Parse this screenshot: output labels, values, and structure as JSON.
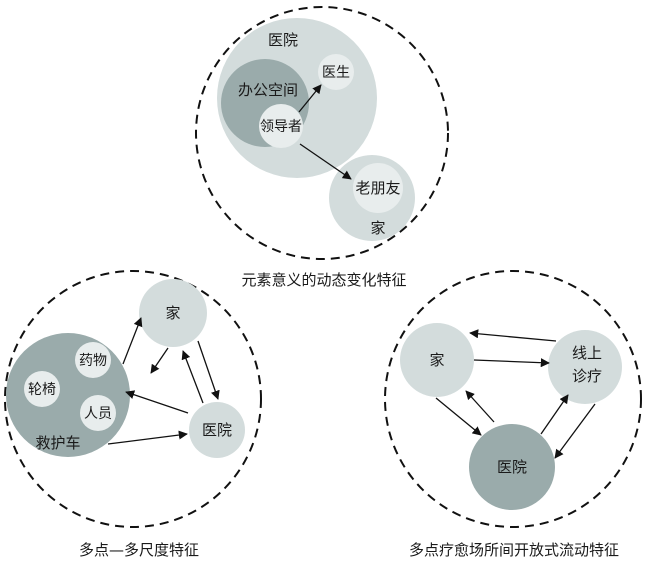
{
  "panels": {
    "top": {
      "caption": "元素意义的动态变化特征",
      "hospital": "医院",
      "office": "办公空间",
      "doctor": "医生",
      "leader": "领导者",
      "old_friend": "老朋友",
      "home": "家"
    },
    "left": {
      "caption": "多点—多尺度特征",
      "home": "家",
      "medicine": "药物",
      "wheelchair": "轮椅",
      "personnel": "人员",
      "ambulance": "救护车",
      "hospital": "医院"
    },
    "right": {
      "caption": "多点疗愈场所间开放式流动特征",
      "home": "家",
      "online_line1": "线上",
      "online_line2": "诊疗",
      "hospital": "医院"
    }
  },
  "colors": {
    "light": "#d3dcdc",
    "mid": "#bccaca",
    "dark": "#9aabab",
    "pale": "#e8eded"
  }
}
